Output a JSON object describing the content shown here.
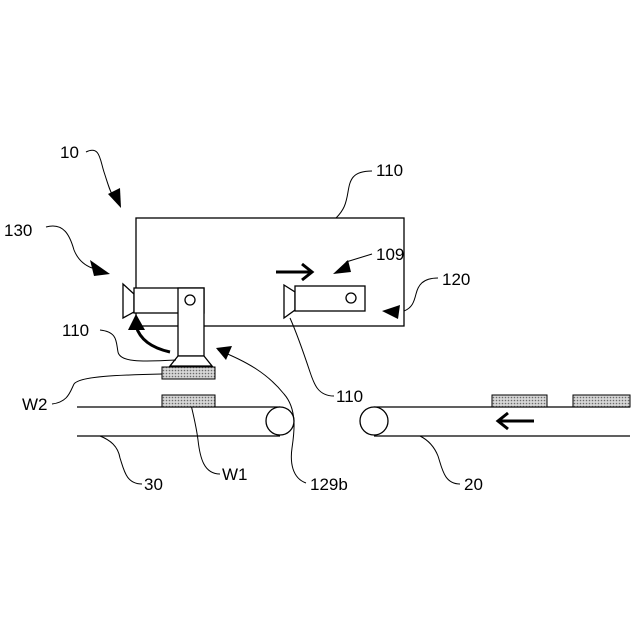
{
  "colors": {
    "line": "#000000",
    "background": "#ffffff",
    "workpiece_fill": "#d6d6d6",
    "workpiece_dot": "#6a6a6a"
  },
  "labels": {
    "system": "10",
    "frame": "110",
    "camera_upper": "130",
    "head_left": "110",
    "head_right": "110",
    "arrow_ref": "109",
    "unit": "120",
    "workpiece_top": "W2",
    "workpiece_bottom": "W1",
    "conveyor_left": "30",
    "conveyor_right": "20",
    "nozzle": "129b"
  },
  "icons": {
    "pick_head_left": "camera-head-icon",
    "pick_head_right": "camera-head-icon",
    "rotation_arrow": "curved-arrow-icon",
    "move_arrow_right": "arrow-right-icon",
    "conveyor_arrow_left": "arrow-left-icon"
  }
}
